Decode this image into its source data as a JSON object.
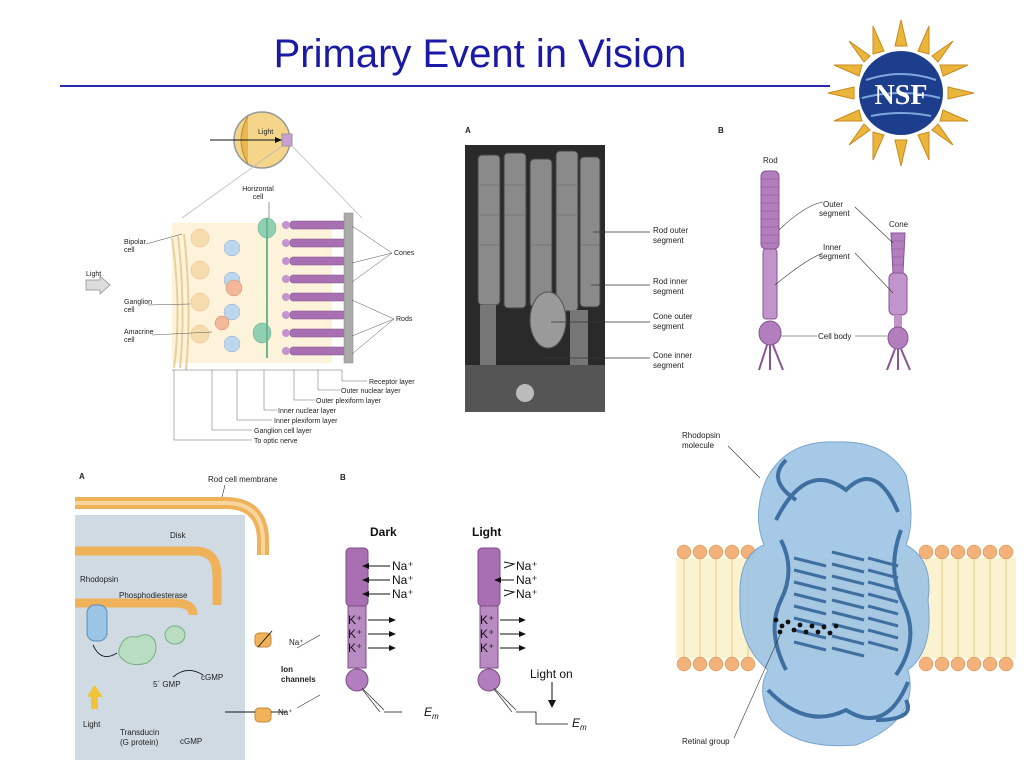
{
  "slide": {
    "title": "Primary Event in Vision",
    "logo_text": "NSF"
  },
  "retina": {
    "light_top": "Light",
    "horizontal_cell": [
      "Horizontal",
      "cell"
    ],
    "bipolar_cell": [
      "Bipolar",
      "cell"
    ],
    "light_side": "Light",
    "ganglion_cell": [
      "Ganglion",
      "cell"
    ],
    "amacrine_cell": [
      "Amacrine",
      "cell"
    ],
    "cones": "Cones",
    "rods": "Rods",
    "layers": [
      "Receptor layer",
      "Outer nuclear layer",
      "Outer plexiform layer",
      "Inner nuclear layer",
      "Inner plexiform layer",
      "Ganglion cell layer",
      "To optic nerve"
    ]
  },
  "micrograph": {
    "panel_letter": "A",
    "labels": [
      [
        "Rod outer",
        "segment"
      ],
      [
        "Rod inner",
        "segment"
      ],
      [
        "Cone outer",
        "segment"
      ],
      [
        "Cone inner",
        "segment"
      ]
    ]
  },
  "cells": {
    "panel_letter": "B",
    "rod": "Rod",
    "cone": "Cone",
    "outer_segment": [
      "Outer",
      "segment"
    ],
    "inner_segment": [
      "Inner",
      "segment"
    ],
    "cell_body": "Cell body"
  },
  "membrane": {
    "panel_letter": "A",
    "rod_cell_membrane": "Rod cell membrane",
    "disk": "Disk",
    "rhodopsin": "Rhodopsin",
    "phosphodiesterase": "Phosphodiesterase",
    "na_plus_1": "Na⁺",
    "ion_channels": [
      "Ion",
      "channels"
    ],
    "five_gmp": "5´ GMP",
    "cgmp_1": "cGMP",
    "light": "Light",
    "transducin": [
      "Transducin",
      "(G protein)"
    ],
    "cgmp_2": "cGMP",
    "na_plus_2": "Na⁺"
  },
  "darklight": {
    "panel_letter": "B",
    "dark": "Dark",
    "light": "Light",
    "na": "Na⁺",
    "k": "K⁺",
    "light_on": "Light on",
    "em": "E",
    "em_sub": "m"
  },
  "rhodopsin": {
    "molecule": [
      "Rhodopsin",
      "molecule"
    ],
    "retinal_group": "Retinal group"
  },
  "colors": {
    "title": "#1a1aa6",
    "purple": "#9b6aa8",
    "membrane_orange": "#f0b25a",
    "protein_blue": "#3f6fa0",
    "blob_blue": "#9dc4e6"
  }
}
